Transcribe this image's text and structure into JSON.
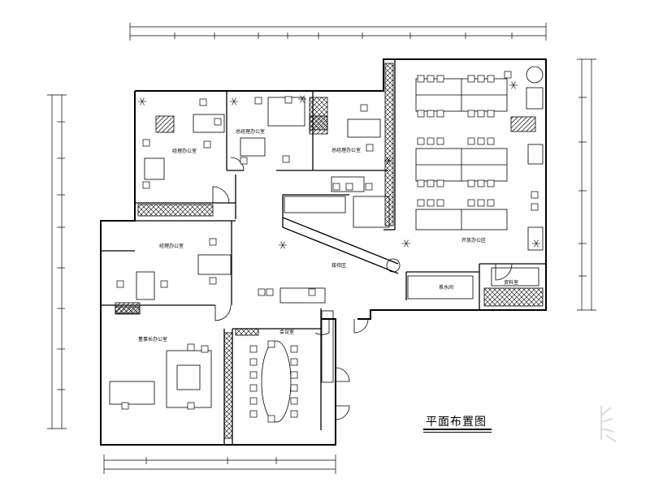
{
  "drawing": {
    "caption": "平面布置图"
  },
  "room_labels": [
    {
      "id": "office-top-left",
      "text": "经理办公室"
    },
    {
      "id": "office-top-mid",
      "text": "总经理办公室"
    },
    {
      "id": "office-top-right",
      "text": "总经理办公室"
    },
    {
      "id": "open-office",
      "text": "开放办公区"
    },
    {
      "id": "office-mid-left",
      "text": "经理办公室"
    },
    {
      "id": "reception",
      "text": "接待区"
    },
    {
      "id": "chairman-office",
      "text": "董事长办公室"
    },
    {
      "id": "meeting-room",
      "text": "会议室"
    },
    {
      "id": "pantry",
      "text": "茶水间"
    },
    {
      "id": "archive",
      "text": "资料室"
    }
  ],
  "colors": {
    "line": "#000000",
    "hatch": "#333333",
    "paper": "#ffffff"
  }
}
